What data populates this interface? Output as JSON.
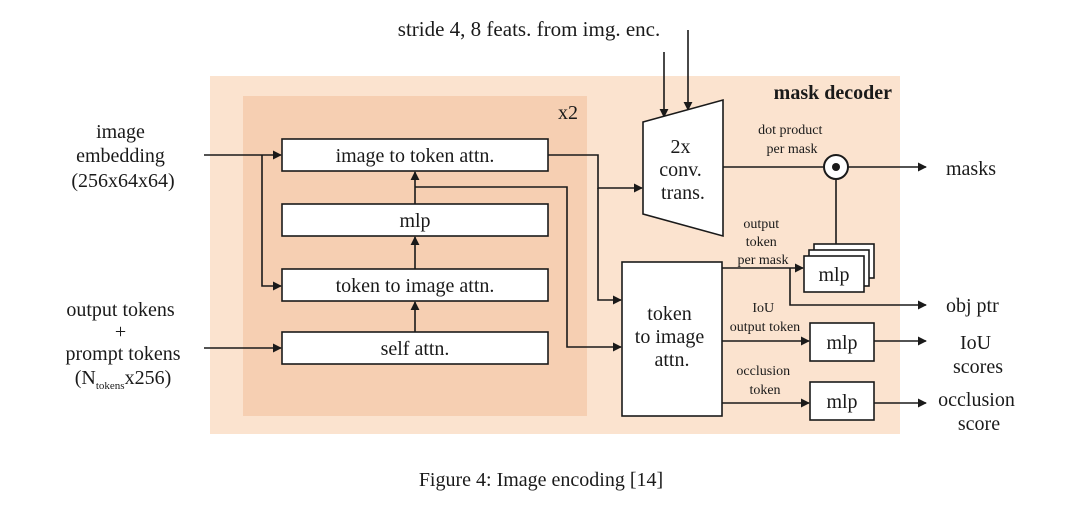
{
  "top_input": "stride 4, 8 feats. from img. enc.",
  "decoder_title": "mask decoder",
  "repeat_label": "x2",
  "inputs": {
    "image_embedding": [
      "image",
      "embedding",
      "(256x64x64)"
    ],
    "tokens": {
      "line1": "output tokens",
      "line2": "+",
      "line3": "prompt tokens",
      "n_open": "(N",
      "n_sub": "tokens",
      "n_close": "x256)"
    }
  },
  "blocks": {
    "image_to_token": "image to token attn.",
    "mlp": "mlp",
    "token_to_image": "token to image attn.",
    "self_attn": "self attn."
  },
  "conv": [
    "2x",
    "conv.",
    "trans."
  ],
  "token_to_image_big": [
    "token",
    "to image",
    "attn."
  ],
  "dot_product": [
    "dot product",
    "per mask"
  ],
  "output_token_per_mask": [
    "output",
    "token",
    "per mask"
  ],
  "iou_output_token": [
    "IoU",
    "output token"
  ],
  "occlusion_token": [
    "occlusion",
    "token"
  ],
  "mlp_label": "mlp",
  "outputs": {
    "masks": "masks",
    "obj_ptr": "obj ptr",
    "iou_scores": [
      "IoU",
      "scores"
    ],
    "occlusion_score": [
      "occlusion",
      "score"
    ]
  },
  "caption": "Figure 4: Image encoding [14]"
}
